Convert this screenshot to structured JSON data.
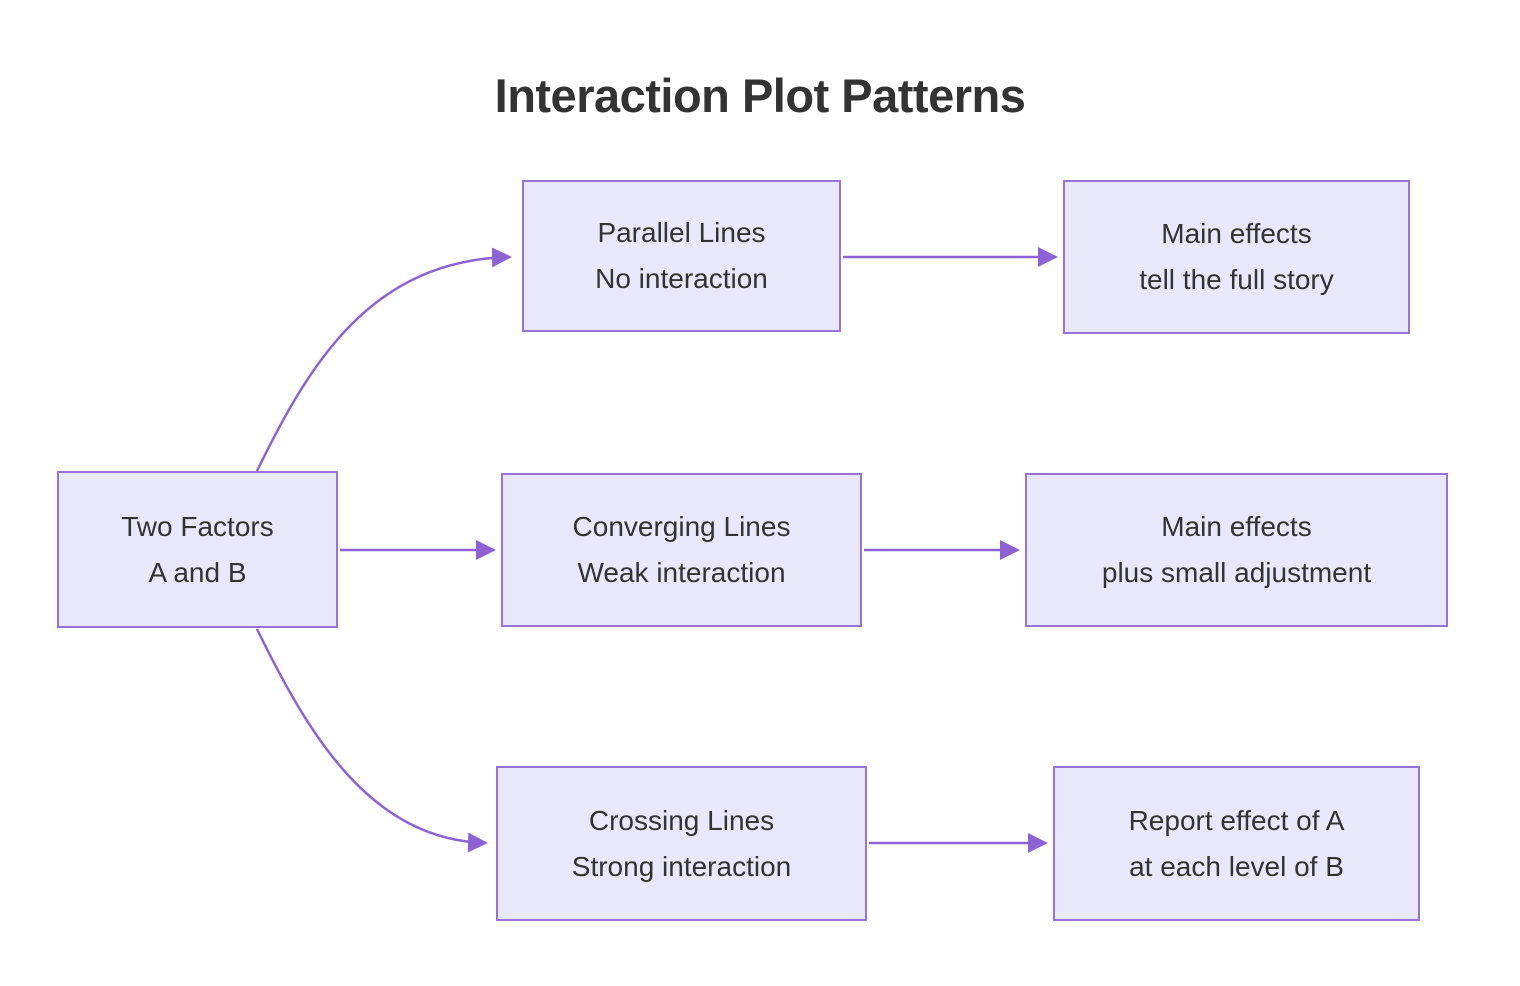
{
  "title": "Interaction Plot Patterns",
  "colors": {
    "canvas_bg": "#ffffff",
    "title_color": "#333333",
    "node_fill": "#e9e8fb",
    "node_border": "#9673d6",
    "node_text": "#333333",
    "edge_color": "#8e62d4"
  },
  "diagram": {
    "nodes": {
      "root": {
        "line1": "Two Factors",
        "line2": "A and B"
      },
      "parallel": {
        "line1": "Parallel Lines",
        "line2": "No interaction"
      },
      "parallel_outcome": {
        "line1": "Main effects",
        "line2": "tell the full story"
      },
      "converging": {
        "line1": "Converging Lines",
        "line2": "Weak interaction"
      },
      "converging_outcome": {
        "line1": "Main effects",
        "line2": "plus small adjustment"
      },
      "crossing": {
        "line1": "Crossing Lines",
        "line2": "Strong interaction"
      },
      "crossing_outcome": {
        "line1": "Report effect of A",
        "line2": "at each level of B"
      }
    },
    "edges": [
      {
        "from": "root",
        "to": "parallel"
      },
      {
        "from": "root",
        "to": "converging"
      },
      {
        "from": "root",
        "to": "crossing"
      },
      {
        "from": "parallel",
        "to": "parallel_outcome"
      },
      {
        "from": "converging",
        "to": "converging_outcome"
      },
      {
        "from": "crossing",
        "to": "crossing_outcome"
      }
    ]
  }
}
